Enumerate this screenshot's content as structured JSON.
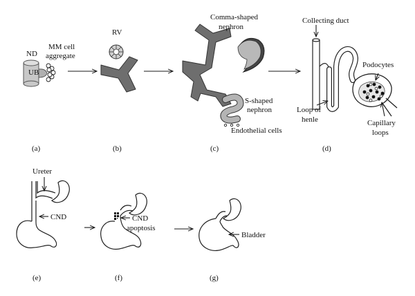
{
  "panels": {
    "a": {
      "tag": "(a)",
      "nd": "ND",
      "mm_line1": "MM cell",
      "mm_line2": "aggregate",
      "ub": "UB"
    },
    "b": {
      "tag": "(b)",
      "rv": "RV"
    },
    "c": {
      "tag": "(c)",
      "comma_line1": "Comma-shaped",
      "comma_line2": "nephron",
      "s_line1": "S-shaped",
      "s_line2": "nephron",
      "endothelial": "Endothelial cells"
    },
    "d": {
      "tag": "(d)",
      "collecting": "Collecting duct",
      "podocytes": "Podocytes",
      "loop_line1": "Loop of",
      "loop_line2": "henle",
      "cap_line1": "Capillary",
      "cap_line2": "loops"
    },
    "e": {
      "tag": "(e)",
      "ureter": "Ureter",
      "cnd": "CND"
    },
    "f": {
      "tag": "(f)",
      "cnd": "CND",
      "apoptosis": "apoptosis"
    },
    "g": {
      "tag": "(g)",
      "bladder": "Bladder"
    }
  },
  "colors": {
    "line": "#1a1a1a",
    "tissue_dark": "#6e6e6e",
    "tissue_mid": "#9a9a9a",
    "tissue_light": "#c8c8c8"
  }
}
